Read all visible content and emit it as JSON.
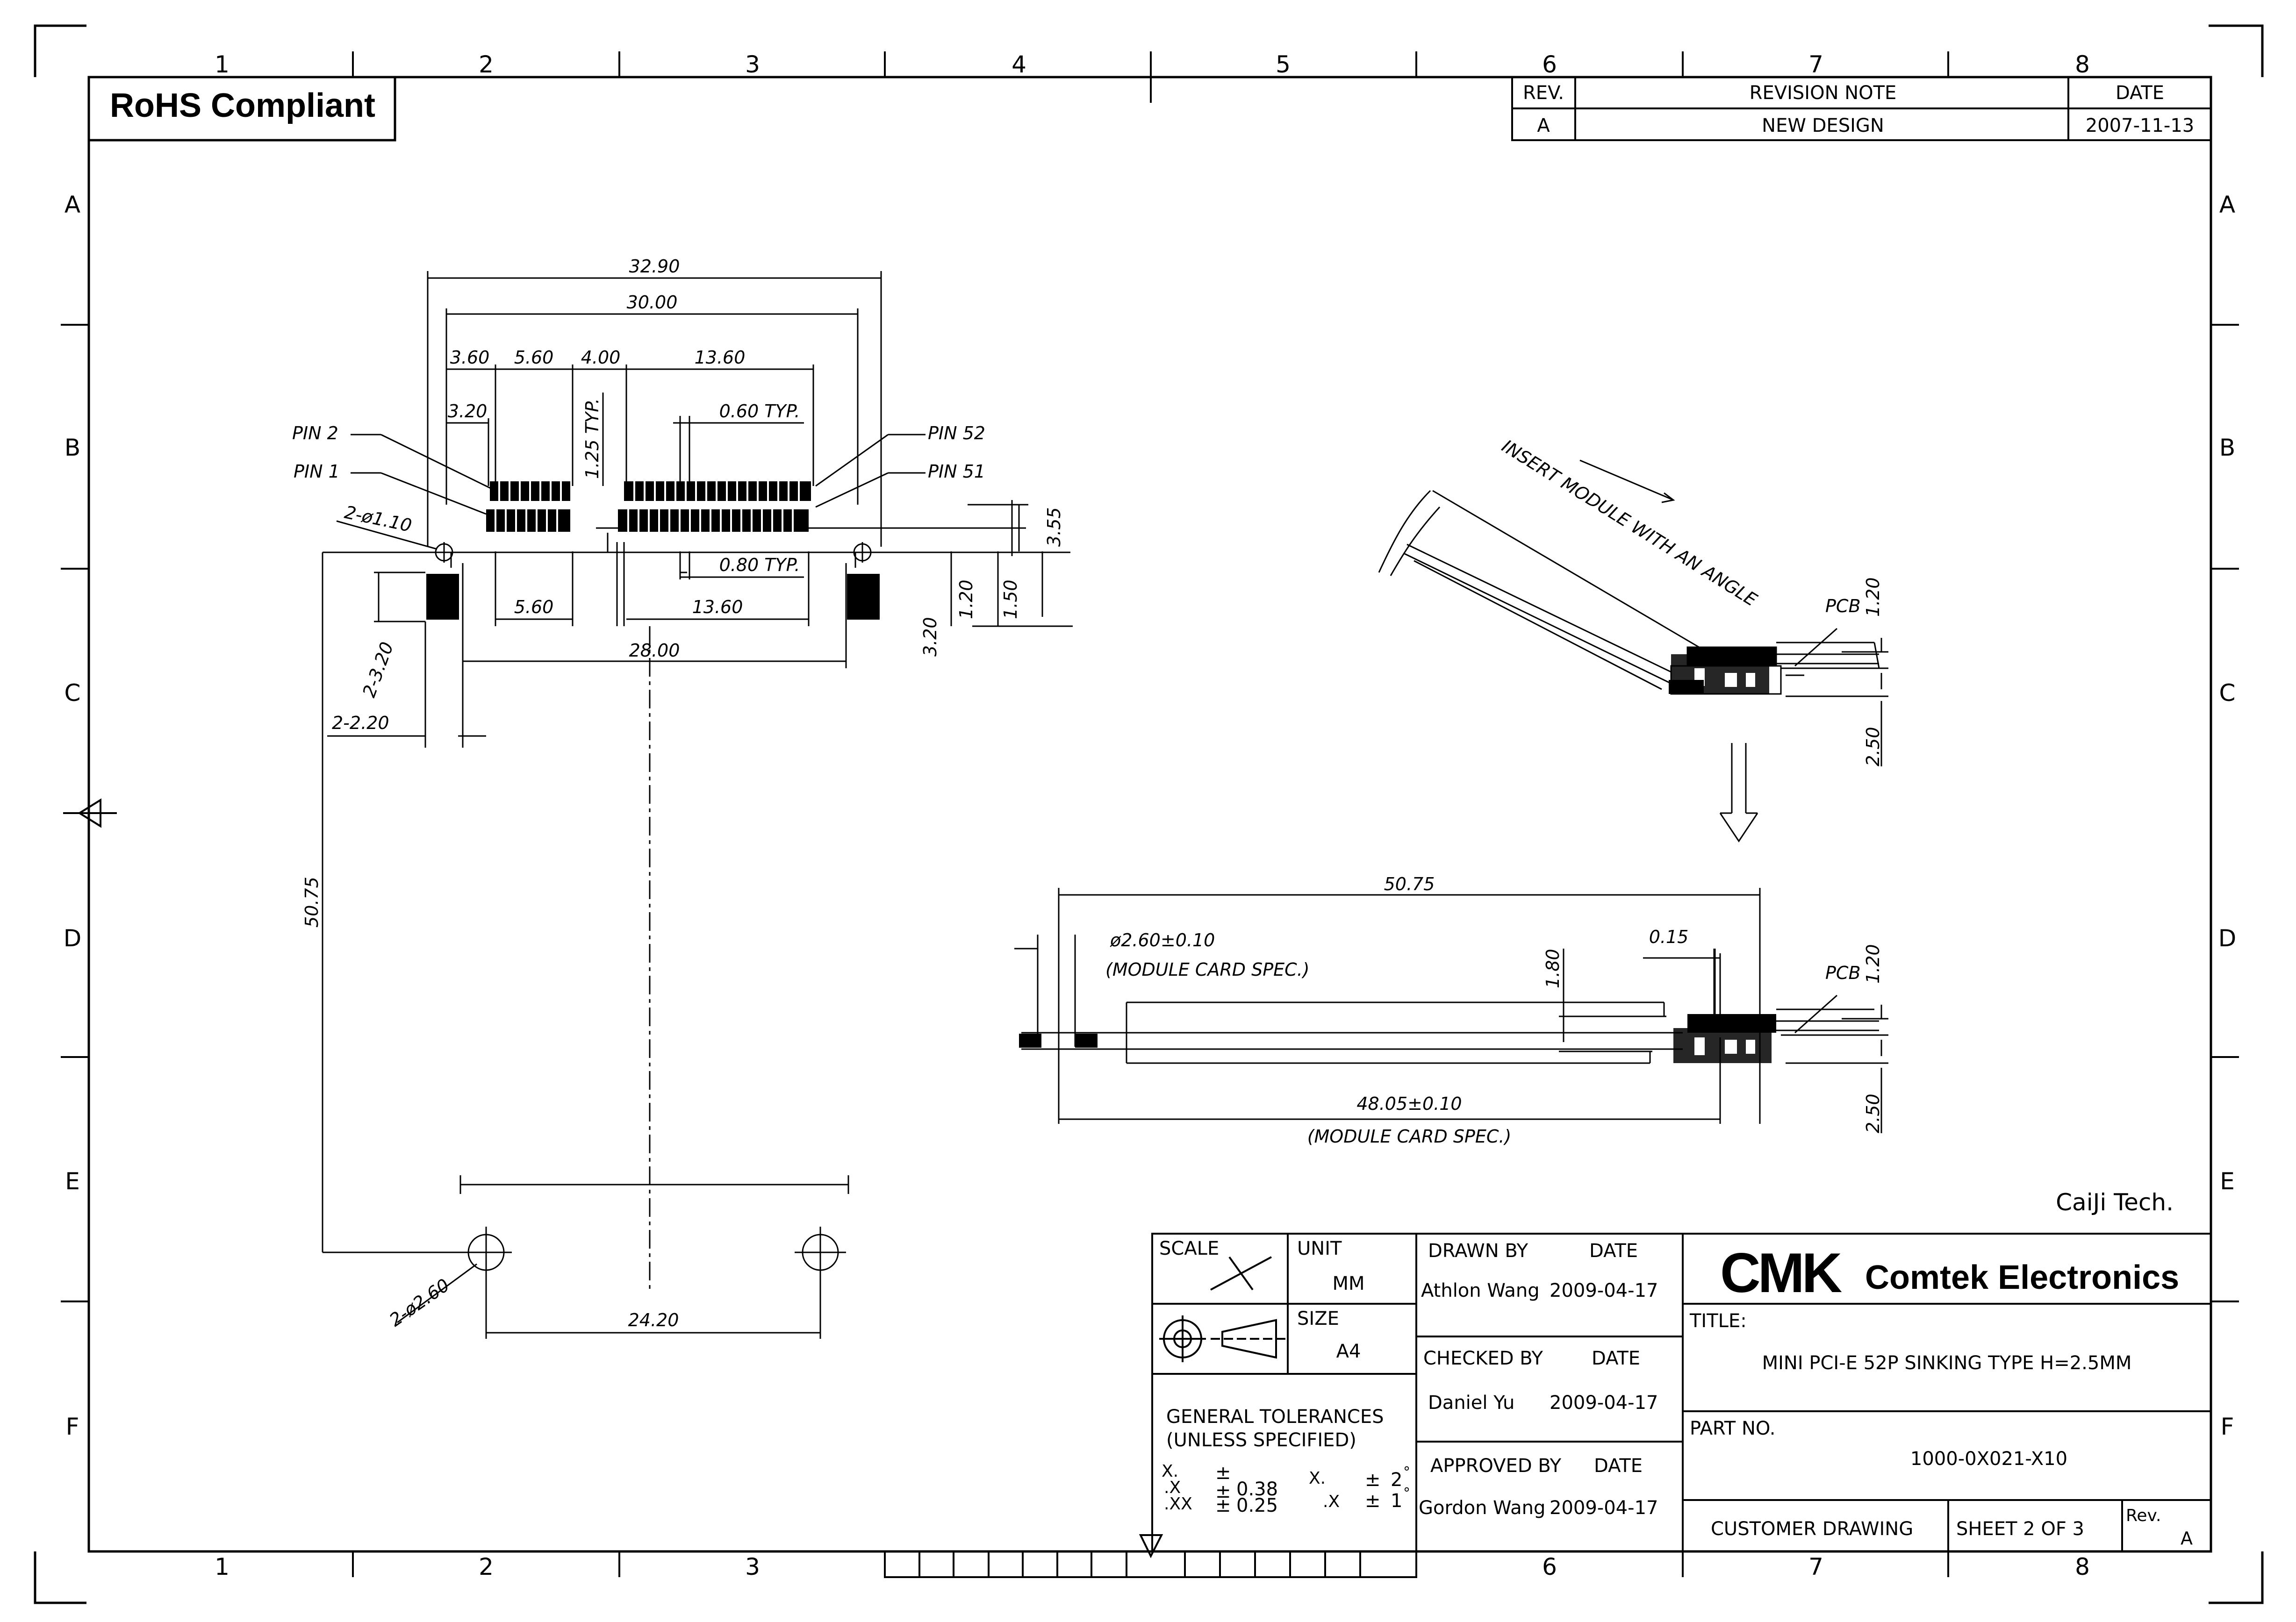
{
  "header": {
    "rohs": "RoHS Compliant"
  },
  "revision_table": {
    "col_rev": "REV.",
    "col_note": "REVISION NOTE",
    "col_date": "DATE",
    "rows": [
      {
        "rev": "A",
        "note": "NEW DESIGN",
        "date": "2007-11-13"
      }
    ]
  },
  "zones": {
    "columns": [
      "1",
      "2",
      "3",
      "4",
      "5",
      "6",
      "7",
      "8"
    ],
    "rows": [
      "A",
      "B",
      "C",
      "D",
      "E",
      "F"
    ]
  },
  "top_view": {
    "dims": {
      "d32_90": "32.90",
      "d30_00": "30.00",
      "d3_60": "3.60",
      "d5_60_top": "5.60",
      "d4_00": "4.00",
      "d13_60_top": "13.60",
      "d3_20_top": "3.20",
      "d1_25": "1.25 TYP.",
      "d0_60": "0.60 TYP.",
      "d3_55": "3.55",
      "hole_small": "2-ø1.10",
      "d5_60_bot": "5.60",
      "d0_80": "0.80 TYP.",
      "d13_60_bot": "13.60",
      "d28_00": "28.00",
      "d3_20_side": "3.20",
      "d1_20_side": "1.20",
      "d1_50_side": "1.50",
      "d2_3_20": "2-3.20",
      "d2_2_20": "2-2.20",
      "d50_75": "50.75",
      "hole_large": "2-ø2.60",
      "d24_20": "24.20"
    },
    "pins": {
      "pin2": "PIN 2",
      "pin1": "PIN 1",
      "pin52": "PIN 52",
      "pin51": "PIN 51"
    }
  },
  "side_view_top": {
    "note": "INSERT MODULE WITH AN ANGLE",
    "pcb": "PCB",
    "d1_20": "1.20",
    "d2_50": "2.50"
  },
  "side_view_bottom": {
    "d50_75": "50.75",
    "hole_spec": "ø2.60±0.10",
    "hole_note": "(MODULE CARD SPEC.)",
    "d0_15": "0.15",
    "d1_80": "1.80",
    "pcb": "PCB",
    "d1_20": "1.20",
    "d48_05": "48.05±0.10",
    "card_note": "(MODULE CARD SPEC.)",
    "d2_50": "2.50"
  },
  "watermark": "CaiJi Tech.",
  "title_block": {
    "scale_label": "SCALE",
    "unit_label": "UNIT",
    "unit_value": "MM",
    "size_label": "SIZE",
    "size_value": "A4",
    "tol_line1": "GENERAL TOLERANCES",
    "tol_line2": "(UNLESS SPECIFIED)",
    "tol_x": "X.",
    "tol_x1": ".X",
    "tol_x2": ".XX",
    "tol_pm": "±",
    "tol_038": "0.38",
    "tol_025": "0.25",
    "tol_ang_x": "X.",
    "tol_ang_x1": ".X",
    "tol_ang_2": "2",
    "tol_ang_1": "1",
    "tol_deg": "°",
    "drawn_by_label": "DRAWN BY",
    "date_label": "DATE",
    "drawn_by": "Athlon Wang",
    "drawn_date": "2009-04-17",
    "checked_by_label": "CHECKED BY",
    "checked_by": "Daniel Yu",
    "checked_date": "2009-04-17",
    "approved_by_label": "APPROVED BY",
    "approved_by": "Gordon Wang",
    "approved_date": "2009-04-17",
    "logo": "CMK",
    "company": "Comtek Electronics",
    "title_label": "TITLE:",
    "title": "MINI PCI-E 52P SINKING TYPE H=2.5MM",
    "part_no_label": "PART NO.",
    "part_no": "1000-0X021-X10",
    "customer_drawing": "CUSTOMER DRAWING",
    "sheet": "SHEET 2 OF 3",
    "rev_label": "Rev.",
    "rev_value": "A"
  }
}
